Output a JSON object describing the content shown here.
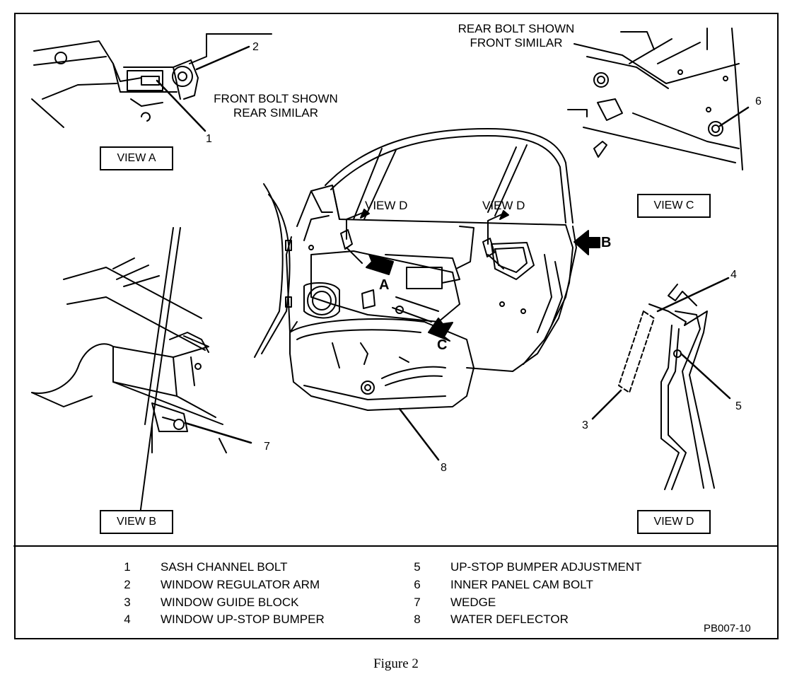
{
  "views": {
    "view_a": "VIEW A",
    "view_b": "VIEW B",
    "view_c": "VIEW C",
    "view_d": "VIEW D"
  },
  "notes": {
    "front_line1": "FRONT BOLT SHOWN",
    "front_line2": "REAR SIMILAR",
    "rear_line1": "REAR BOLT SHOWN",
    "rear_line2": "FRONT SIMILAR",
    "view_d_callout_left": "VIEW D",
    "view_d_callout_right": "VIEW D"
  },
  "arrows": {
    "a": "A",
    "b": "B",
    "c": "C"
  },
  "callouts": {
    "n1": "1",
    "n2": "2",
    "n3": "3",
    "n4": "4",
    "n5": "5",
    "n6": "6",
    "n7": "7",
    "n8": "8"
  },
  "legend": [
    {
      "num": "1",
      "text": "SASH CHANNEL BOLT"
    },
    {
      "num": "2",
      "text": "WINDOW REGULATOR ARM"
    },
    {
      "num": "3",
      "text": "WINDOW GUIDE BLOCK"
    },
    {
      "num": "4",
      "text": "WINDOW UP-STOP BUMPER"
    },
    {
      "num": "5",
      "text": "UP-STOP BUMPER ADJUSTMENT"
    },
    {
      "num": "6",
      "text": "INNER PANEL CAM BOLT"
    },
    {
      "num": "7",
      "text": "WEDGE"
    },
    {
      "num": "8",
      "text": "WATER DEFLECTOR"
    }
  ],
  "figure_code": "PB007-10",
  "caption": "Figure 2"
}
